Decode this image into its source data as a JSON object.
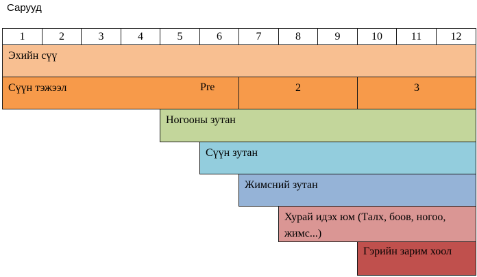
{
  "title": "Сарууд",
  "months": [
    "1",
    "2",
    "3",
    "4",
    "5",
    "6",
    "7",
    "8",
    "9",
    "10",
    "11",
    "12"
  ],
  "rows": {
    "breast_milk": "Эхийн сүү",
    "formula": {
      "label": "Сүүн тэжээл",
      "stages": [
        "Pre",
        "2",
        "3"
      ]
    },
    "green_puree": "Ногооны зутан",
    "milk_porridge": "Сүүн зутан",
    "fruit_puree": "Жимсний зутан",
    "solid_food": "Хурай идэх юм (Талх, боов, ногоо, жимс...)",
    "family_food": "Гэрийн зарим хоол"
  },
  "colors": {
    "breast_milk": "#f8bf91",
    "formula": "#f79a4a",
    "green_puree": "#c3d69b",
    "milk_porridge": "#93cddd",
    "fruit_puree": "#95b3d7",
    "solid_food": "#da9694",
    "family_food": "#c0504d"
  }
}
